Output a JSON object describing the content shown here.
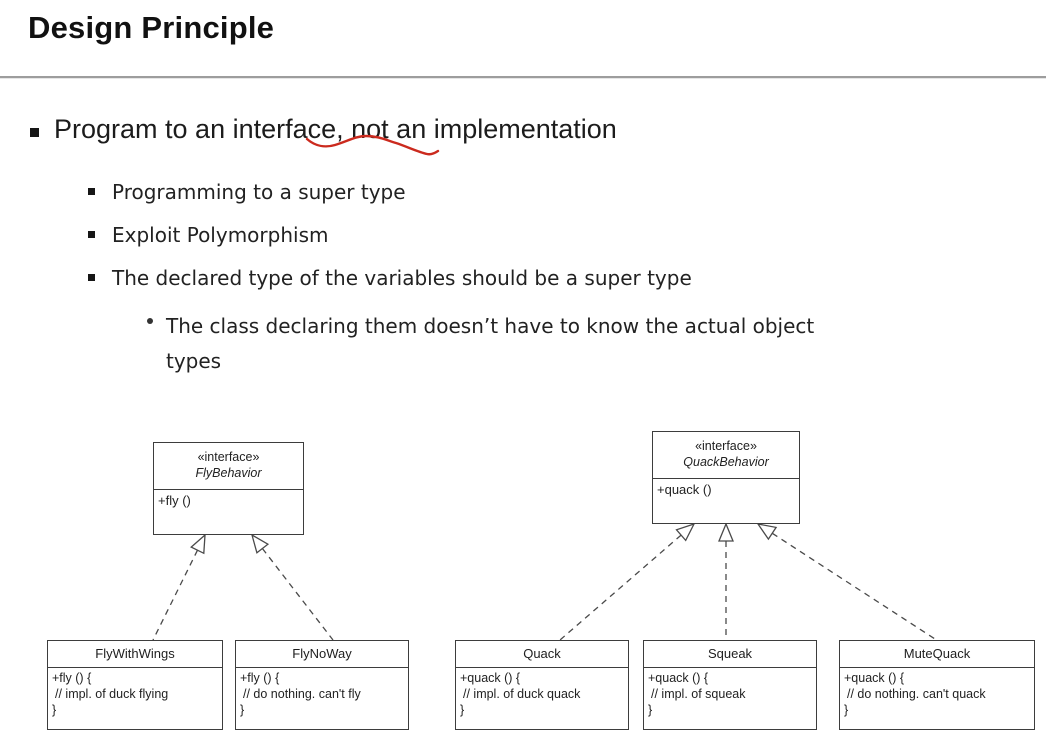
{
  "slide": {
    "title": "Design Principle",
    "main_bullet": "Program to an interface, not an implementation",
    "sub_bullets": [
      "Programming to a super type",
      "Exploit Polymorphism",
      "The declared type of the variables should be a super type"
    ],
    "sub_sub_bullet_lines": [
      "The class declaring them doesn’t have to know the actual object",
      "types"
    ]
  },
  "diagrams": [
    {
      "interface": {
        "stereotype": "«interface»",
        "name": "FlyBehavior",
        "method": "+fly ()"
      },
      "classes": [
        {
          "name": "FlyWithWings",
          "lines": [
            "+fly () {",
            "// impl. of duck flying",
            "}"
          ]
        },
        {
          "name": "FlyNoWay",
          "lines": [
            "+fly () {",
            "// do nothing. can't fly",
            "}"
          ]
        }
      ]
    },
    {
      "interface": {
        "stereotype": "«interface»",
        "name": "QuackBehavior",
        "method": "+quack ()"
      },
      "classes": [
        {
          "name": "Quack",
          "lines": [
            "+quack () {",
            "// impl. of duck quack",
            "}"
          ]
        },
        {
          "name": "Squeak",
          "lines": [
            "+quack () {",
            "// impl. of squeak",
            "}"
          ]
        },
        {
          "name": "MuteQuack",
          "lines": [
            "+quack () {",
            "// do nothing. can't quack",
            "}"
          ]
        }
      ]
    }
  ],
  "colors": {
    "annotation_red": "#cb2a1e",
    "divider_gray": "#9d9d9d"
  }
}
